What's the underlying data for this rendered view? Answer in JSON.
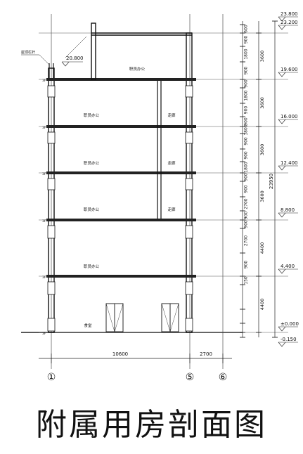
{
  "caption": "附属用房剖面图",
  "parapet_label": "屋顶栏杆",
  "parapet_elevation": "20.800",
  "elevations": [
    "23.800",
    "23.200",
    "19.600",
    "16.000",
    "12.400",
    "8.800",
    "4.400",
    "±0.000",
    "-0.150"
  ],
  "inner_dims": [
    "600",
    "900",
    "1800",
    "900",
    "900",
    "1800",
    "900",
    "900",
    "1800",
    "900",
    "900",
    "1800",
    "900",
    "900",
    "2700",
    "900",
    "900",
    "2700",
    "900",
    "150"
  ],
  "outer_dims": [
    "3600",
    "3600",
    "3600",
    "3600",
    "4400",
    "4400"
  ],
  "total_height": "23950",
  "horizontal_dims": [
    "10600",
    "2700"
  ],
  "grid_axes": [
    "①",
    "⑤",
    "⑥"
  ],
  "room_labels": [
    "职员办公",
    "职员办公",
    "走廊",
    "职员办公",
    "走廊",
    "职员办公",
    "走廊",
    "职员办公",
    "食堂"
  ],
  "floor_level_marks": [
    "3F",
    "3F",
    "3F",
    "3F",
    "3F",
    "3F"
  ]
}
